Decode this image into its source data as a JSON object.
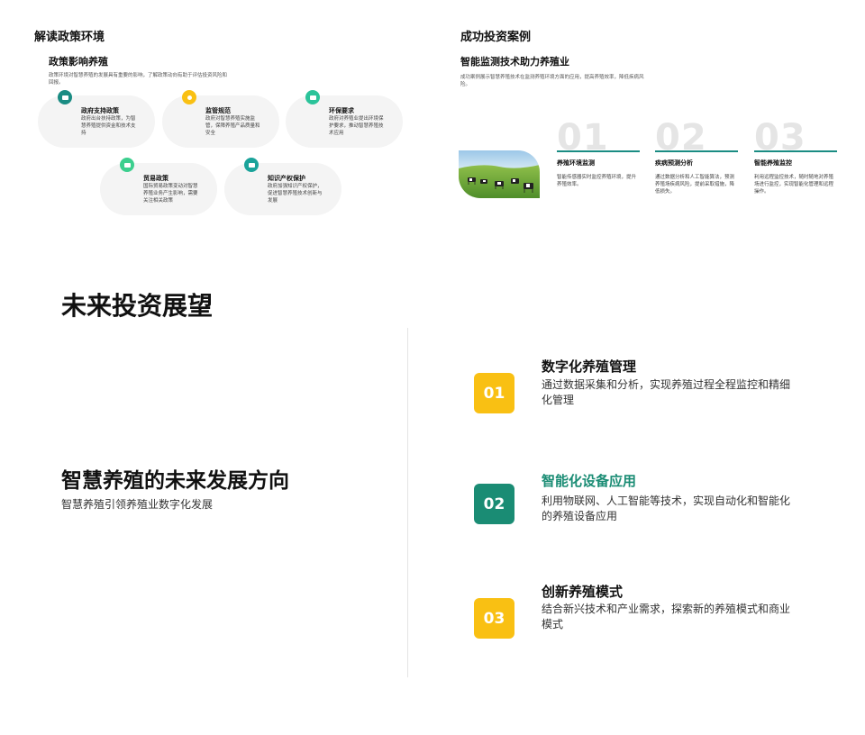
{
  "colors": {
    "teal": "#1a8c83",
    "yellow": "#f9c013",
    "green": "#3ccf8e",
    "light_pill": "#f4f4f4"
  },
  "slide1": {
    "title": "解读政策环境",
    "subtitle": "政策影响养殖",
    "description": "政策环境对智慧养殖的发展具有重要的影响，了解政策动向有助于评估投资风险和回报。",
    "items": [
      {
        "title": "政府支持政策",
        "desc": "政府出台扶持政策，为智慧养殖提供资金和技术支持",
        "icon": "building-icon",
        "color": "#1a8c83"
      },
      {
        "title": "监管规范",
        "desc": "政府对智慧养殖实施监管，保障养殖产品质量和安全",
        "icon": "gear-icon",
        "color": "#f9c013"
      },
      {
        "title": "环保要求",
        "desc": "政府对养殖业提出环境保护要求，推动智慧养殖技术应用",
        "icon": "car-icon",
        "color": "#2bc39a"
      },
      {
        "title": "贸易政策",
        "desc": "国际贸易政策变动对智慧养殖业务产生影响，需要关注相关政策",
        "icon": "ticket-icon",
        "color": "#3ccf8e"
      },
      {
        "title": "知识产权保护",
        "desc": "政府加强知识产权保护，促进智慧养殖技术创新与发展",
        "icon": "arrow-icon",
        "color": "#1aa39a"
      }
    ]
  },
  "slide2": {
    "title": "成功投资案例",
    "subtitle": "智能监测技术助力养殖业",
    "description": "成功案例展示智慧养殖技术在监测养殖环境方面的应用，提高养殖效率，降低疾病风险。",
    "photo_icon": "cows-on-grassland-photo",
    "cases": [
      {
        "num": "01",
        "title": "养殖环境监测",
        "desc": "智能传感器实时监控养殖环境，提升养殖效率。"
      },
      {
        "num": "02",
        "title": "疾病预测分析",
        "desc": "通过数据分析和人工智能算法，预测养殖场疾病风险，提前采取措施，降低损失。"
      },
      {
        "num": "03",
        "title": "智能养殖监控",
        "desc": "利用远程监控技术，随时随地对养殖场进行监控，实现智能化管理和远程操作。"
      }
    ]
  },
  "slide3": {
    "title": "未来投资展望",
    "main_heading": "智慧养殖的未来发展方向",
    "main_sub": "智慧养殖引领养殖业数字化发展",
    "items": [
      {
        "num": "01",
        "title": "数字化养殖管理",
        "desc": "通过数据采集和分析，实现养殖过程全程监控和精细化管理",
        "badge_color": "#f9c013",
        "title_color": "#111111"
      },
      {
        "num": "02",
        "title": "智能化设备应用",
        "desc": "利用物联网、人工智能等技术，实现自动化和智能化的养殖设备应用",
        "badge_color": "#1a8c74",
        "title_color": "#1a8c74"
      },
      {
        "num": "03",
        "title": "创新养殖模式",
        "desc": "结合新兴技术和产业需求，探索新的养殖模式和商业模式",
        "badge_color": "#f9c013",
        "title_color": "#111111"
      }
    ]
  }
}
